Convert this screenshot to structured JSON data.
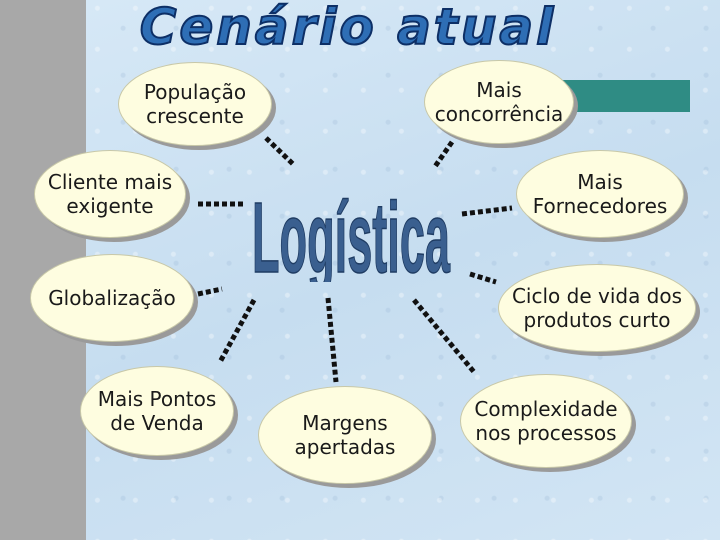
{
  "title": "Cenário atual",
  "center_label": "Logística",
  "nodes": {
    "populacao": {
      "line1": "População",
      "line2": "crescente"
    },
    "concorrencia": {
      "line1": "Mais",
      "line2": "concorrência"
    },
    "cliente": {
      "line1": "Cliente mais",
      "line2": "exigente"
    },
    "fornecedores": {
      "line1": "Mais",
      "line2": "Fornecedores"
    },
    "globalizacao": {
      "line1": "Globalização"
    },
    "ciclo": {
      "line1": "Ciclo de vida dos",
      "line2": "produtos curto"
    },
    "pontos": {
      "line1": "Mais Pontos",
      "line2": "de Venda"
    },
    "margens": {
      "line1": "Margens",
      "line2": "apertadas"
    },
    "complexidade": {
      "line1": "Complexidade",
      "line2": "nos processos"
    }
  },
  "colors": {
    "title_fill": "#2e6eb5",
    "center_fill": "#3a5f8f",
    "ellipse_fill": "#fefde0",
    "accent_bar": "#2f8c84"
  }
}
